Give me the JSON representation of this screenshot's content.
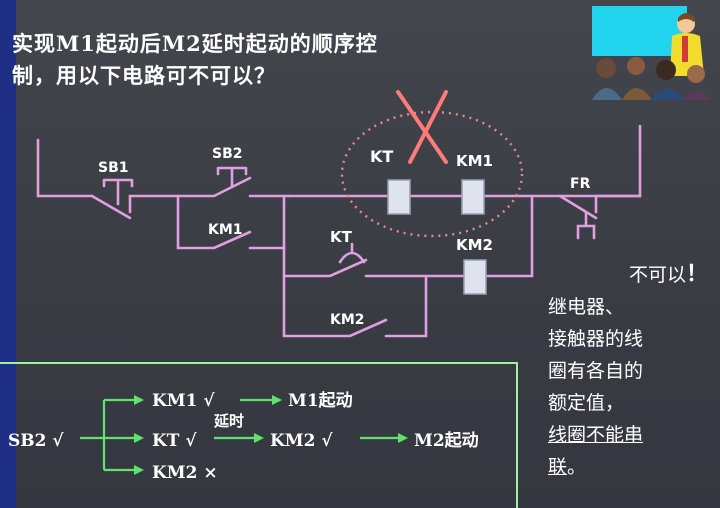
{
  "title": {
    "line1": "实现M1起动后M2延时起动的顺序控",
    "line2": "制，用以下电路可不可以？"
  },
  "circuit": {
    "labels": {
      "sb1": "SB1",
      "sb2": "SB2",
      "km1_contact": "KM1",
      "kt_coil": "KT",
      "km1_coil": "KM1",
      "kt_contact": "KT",
      "km2_coil": "KM2",
      "km2_contact": "KM2",
      "fr": "FR"
    }
  },
  "explanation": {
    "conclusion": "不可以",
    "exclamation": "！",
    "line1": "继电器、",
    "line2": "接触器的线",
    "line3": "圈有各自的",
    "line4": "额定值，",
    "line5_underlined": "线圈不能串",
    "line6_underlined": "联",
    "line6_end": "。"
  },
  "flow": {
    "sb2": "SB2 √",
    "km1": "KM1 √",
    "m1": "M1起动",
    "delay": "延时",
    "kt": "KT √",
    "km2_ok": "KM2 √",
    "m2": "M2起动",
    "km2_fail": "KM2 ×"
  },
  "colors": {
    "wire": "#e0a0e0",
    "coil": "#dfe3ee",
    "dotted_circle": "#e88a8a",
    "cross": "#ff7a7a",
    "arrow": "#5fe36d",
    "left_bar": "#1f2f86"
  }
}
